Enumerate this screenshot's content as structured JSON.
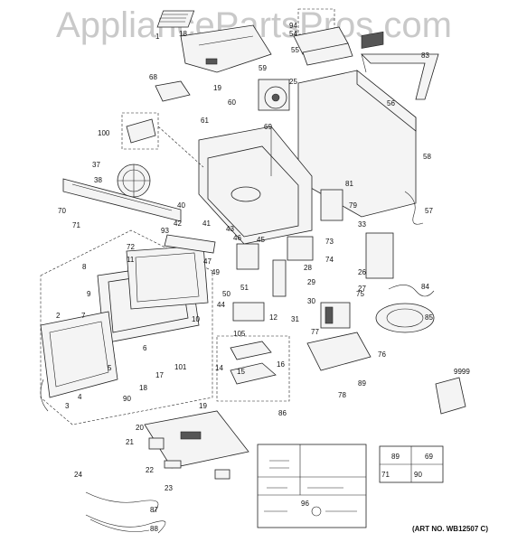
{
  "watermark": "AppliancePartsPros.com",
  "art_number": "(ART NO. WB12507 C)",
  "callouts": [
    "1",
    "2",
    "3",
    "4",
    "5",
    "6",
    "7",
    "8",
    "9",
    "10",
    "11",
    "12",
    "14",
    "15",
    "16",
    "17",
    "18",
    "18",
    "19",
    "19",
    "20",
    "21",
    "22",
    "23",
    "24",
    "25",
    "26",
    "27",
    "28",
    "29",
    "30",
    "31",
    "33",
    "37",
    "38",
    "40",
    "41",
    "42",
    "43",
    "44",
    "45",
    "46",
    "47",
    "49",
    "50",
    "51",
    "54",
    "55",
    "56",
    "57",
    "58",
    "59",
    "60",
    "61",
    "68",
    "69",
    "70",
    "71",
    "72",
    "73",
    "74",
    "75",
    "76",
    "77",
    "78",
    "79",
    "81",
    "83",
    "84",
    "85",
    "86",
    "87",
    "88",
    "89",
    "90",
    "93",
    "94",
    "96",
    "100",
    "101",
    "105",
    "9999"
  ],
  "legend": {
    "items": [
      {
        "num": "89",
        "icon": "screw-icon"
      },
      {
        "num": "69",
        "icon": "screw-icon"
      },
      {
        "num": "71",
        "icon": "bolt-icon"
      },
      {
        "num": "90",
        "icon": "screw-icon"
      }
    ]
  },
  "hardware_box": {
    "num": "86",
    "sub": [
      "96"
    ]
  }
}
